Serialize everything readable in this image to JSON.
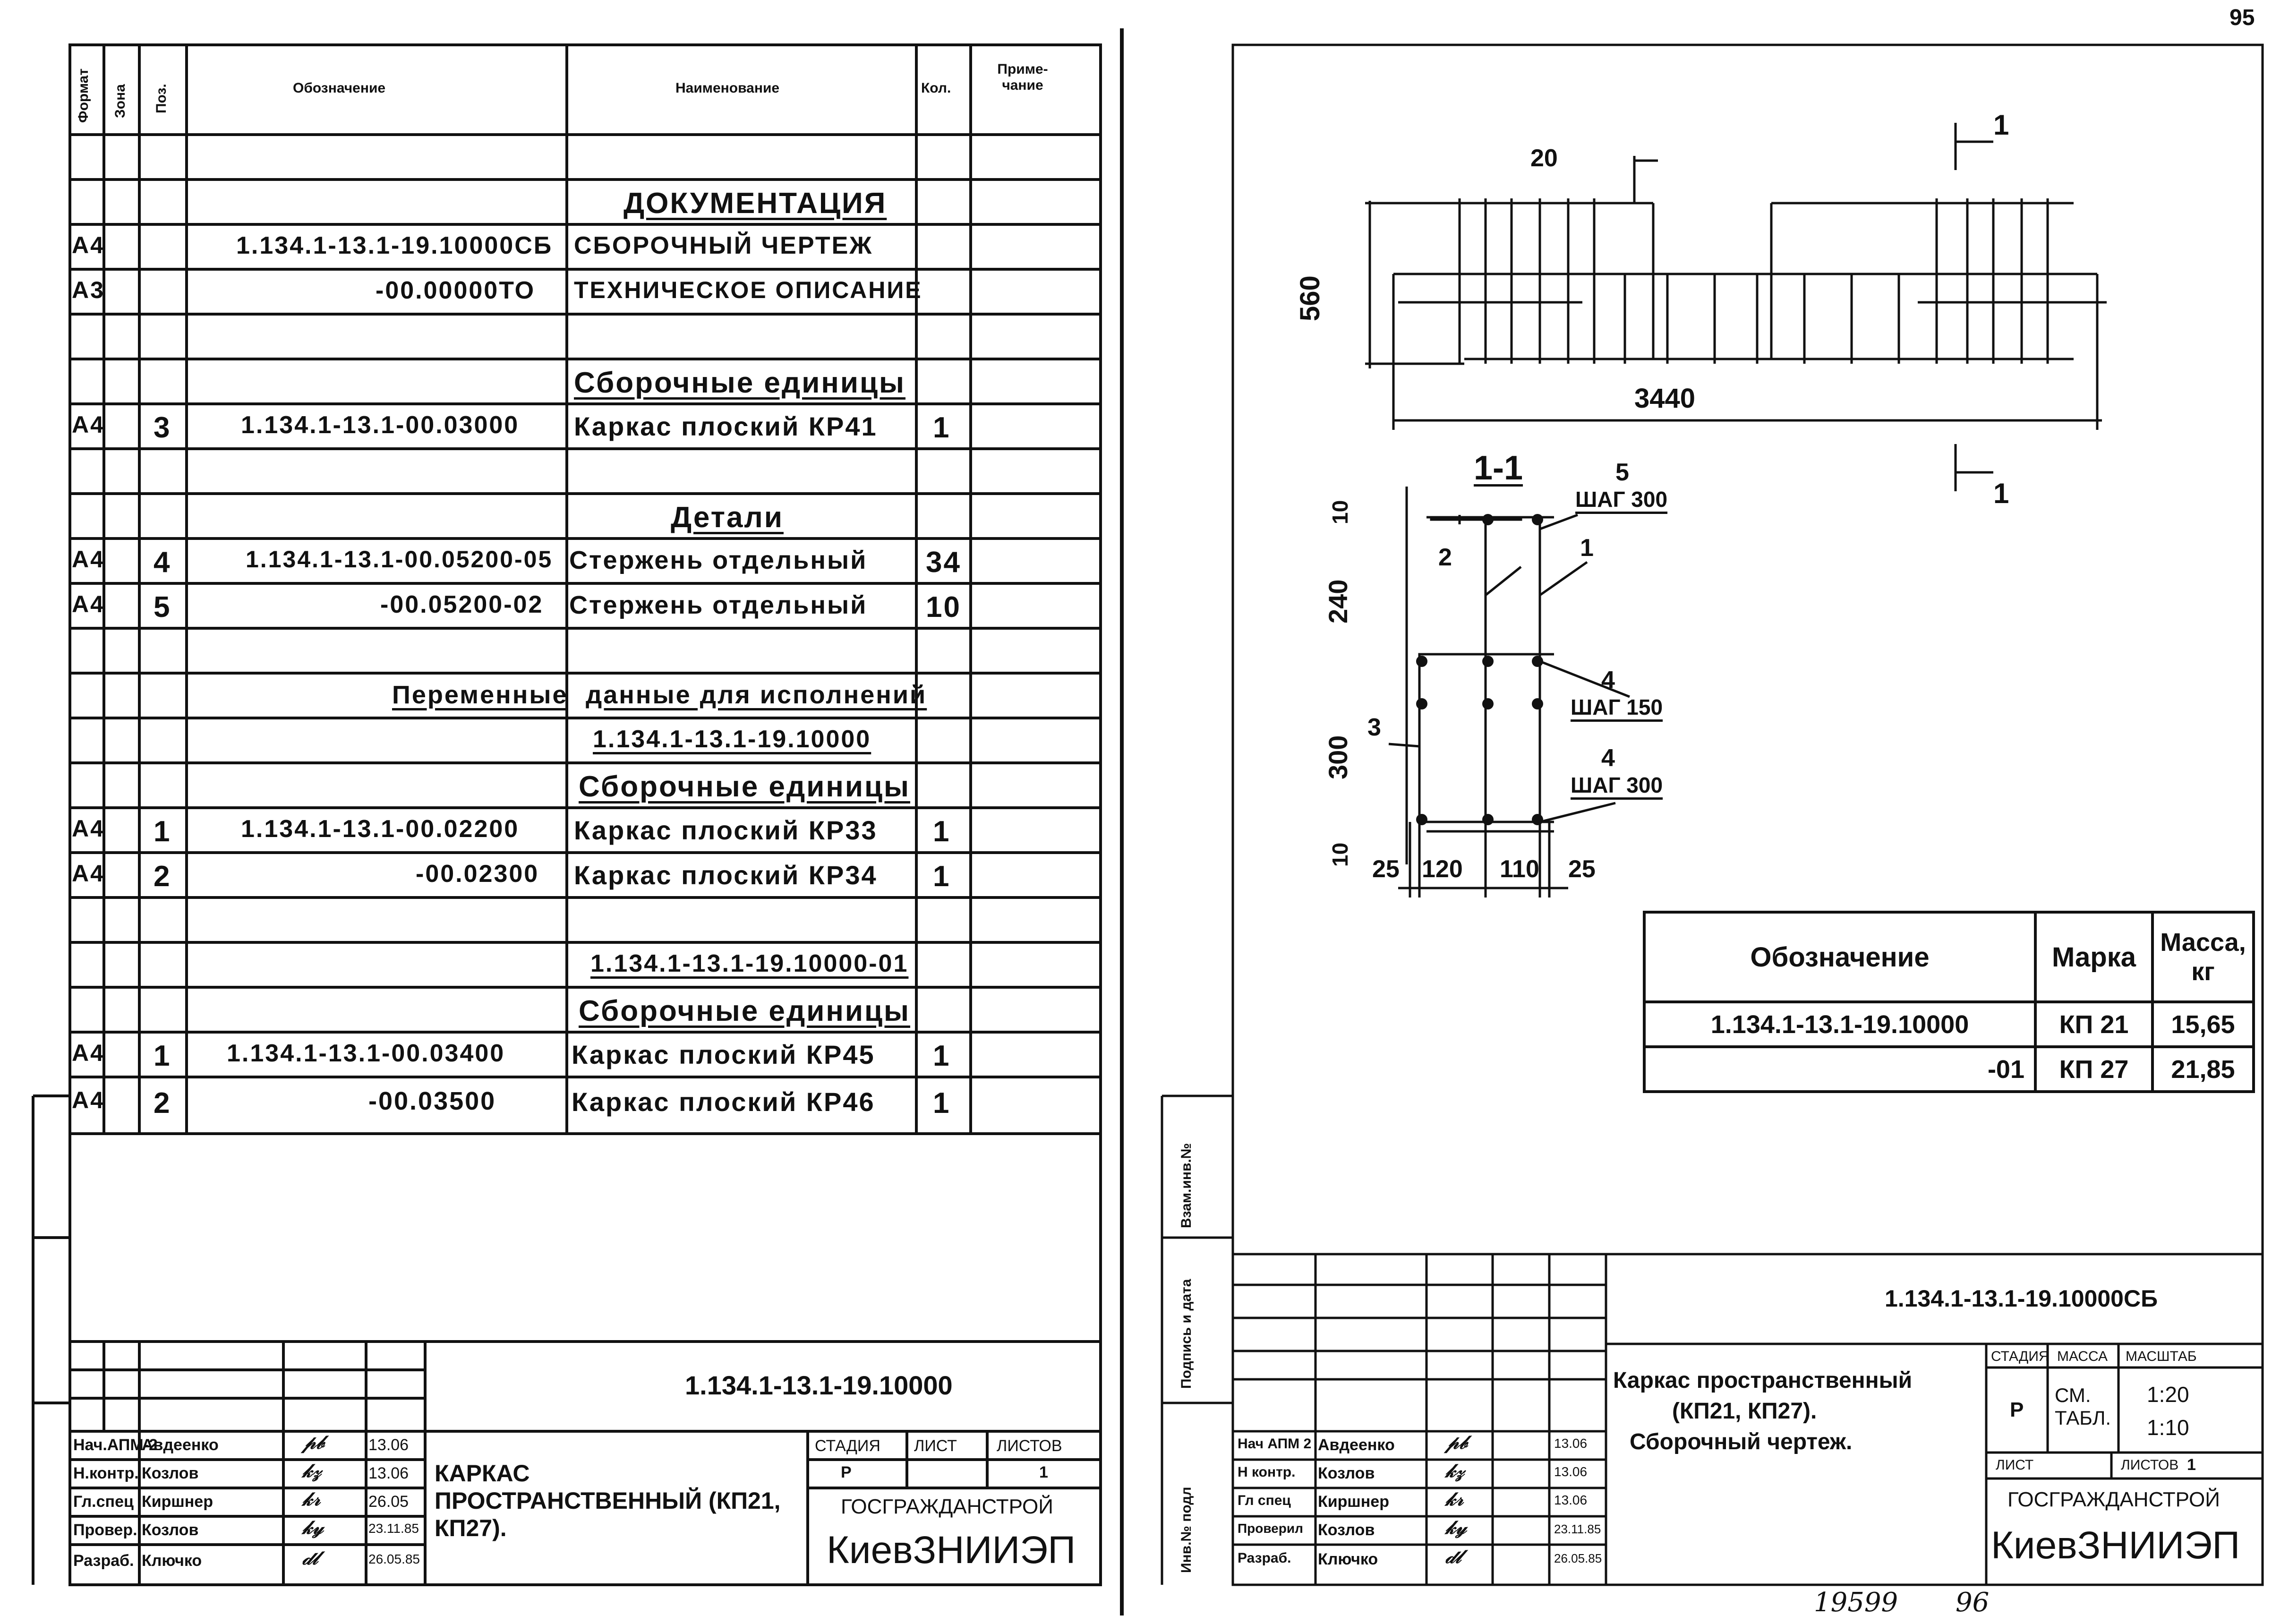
{
  "page_number_top": "95",
  "left_sheet": {
    "headers": {
      "format": "Формат",
      "zone": "Зона",
      "pos": "Поз.",
      "designation": "Обозначение",
      "name": "Наименование",
      "qty": "Кол.",
      "note": "Приме-чание"
    },
    "rows": [
      {
        "fmt": "",
        "pos": "",
        "des": "",
        "name": "ДОКУМЕНТАЦИЯ",
        "qty": ""
      },
      {
        "fmt": "А4",
        "pos": "",
        "des": "1.134.1-13.1-19.10000СБ",
        "name": "СБОРОЧНЫЙ ЧЕРТЕЖ",
        "qty": ""
      },
      {
        "fmt": "А3",
        "pos": "",
        "des": "-00.00000ТО",
        "name": "ТЕХНИЧЕСКОЕ ОПИСАНИЕ",
        "qty": ""
      },
      {
        "fmt": "",
        "pos": "",
        "des": "",
        "name": "Сборочные единицы",
        "qty": ""
      },
      {
        "fmt": "А4",
        "pos": "3",
        "des": "1.134.1-13.1-00.03000",
        "name": "Каркас плоский КР41",
        "qty": "1"
      },
      {
        "fmt": "",
        "pos": "",
        "des": "",
        "name": "Детали",
        "qty": ""
      },
      {
        "fmt": "А4",
        "pos": "4",
        "des": "1.134.1-13.1-00.05200-05",
        "name": "Стержень отдельный",
        "qty": "34"
      },
      {
        "fmt": "А4",
        "pos": "5",
        "des": "-00.05200-02",
        "name": "Стержень отдельный",
        "qty": "10"
      },
      {
        "fmt": "",
        "pos": "",
        "des": "Переменные",
        "name": "данные для исполнений",
        "qty": ""
      },
      {
        "fmt": "",
        "pos": "",
        "des": "",
        "name": "1.134.1-13.1-19.10000",
        "qty": ""
      },
      {
        "fmt": "",
        "pos": "",
        "des": "",
        "name": "Сборочные единицы",
        "qty": ""
      },
      {
        "fmt": "А4",
        "pos": "1",
        "des": "1.134.1-13.1-00.02200",
        "name": "Каркас плоский КР33",
        "qty": "1"
      },
      {
        "fmt": "А4",
        "pos": "2",
        "des": "-00.02300",
        "name": "Каркас плоский КР34",
        "qty": "1"
      },
      {
        "fmt": "",
        "pos": "",
        "des": "",
        "name": "1.134.1-13.1-19.10000-01",
        "qty": ""
      },
      {
        "fmt": "",
        "pos": "",
        "des": "",
        "name": "Сборочные единицы",
        "qty": ""
      },
      {
        "fmt": "А4",
        "pos": "1",
        "des": "1.134.1-13.1-00.03400",
        "name": "Каркас плоский КР45",
        "qty": "1"
      },
      {
        "fmt": "А4",
        "pos": "2",
        "des": "-00.03500",
        "name": "Каркас плоский КР46",
        "qty": "1"
      }
    ],
    "title_block": {
      "code": "1.134.1-13.1-19.10000",
      "title": "КАРКАС ПРОСТРАНСТВЕННЫЙ (КП21, КП27).",
      "stage_h": "СТАДИЯ",
      "sheet_h": "ЛИСТ",
      "sheets_h": "ЛИСТОВ",
      "stage": "Р",
      "sheets": "1",
      "org1": "ГОСГРАЖДАНСТРОЙ",
      "org2": "КиевЗНИИЭП",
      "people": [
        {
          "role": "Нач.АПМ-2",
          "name": "Авдеенко",
          "date": "13.06"
        },
        {
          "role": "Н.контр.",
          "name": "Козлов",
          "date": "13.06"
        },
        {
          "role": "Гл.спец",
          "name": "Киршнер",
          "date": "26.05"
        },
        {
          "role": "Провер.",
          "name": "Козлов",
          "date": "23.11.85"
        },
        {
          "role": "Разраб.",
          "name": "Ключко",
          "date": "26.05.85"
        }
      ]
    }
  },
  "right_sheet": {
    "side_labels": [
      "Взам.инв.№",
      "Подпись и дата",
      "Инв.№ подл"
    ],
    "dims": {
      "d20": "20",
      "d560": "560",
      "d3440": "3440",
      "sec": "1-1",
      "cut": "1",
      "d10a": "10",
      "d240": "240",
      "d300": "300",
      "d10b": "10",
      "d25a": "25",
      "d120": "120",
      "d110": "110",
      "d25b": "25",
      "p1": "1",
      "p2": "2",
      "p3": "3",
      "p4a": "4",
      "p4b": "4",
      "p5": "5",
      "step300a": "ШАГ 300",
      "step150": "ШАГ 150",
      "step300b": "ШАГ 300"
    },
    "mass_table": {
      "headers": [
        "Обозначение",
        "Марка",
        "Масса, кг"
      ],
      "rows": [
        [
          "1.134.1-13.1-19.10000",
          "КП 21",
          "15,65"
        ],
        [
          "-01",
          "КП 27",
          "21,85"
        ]
      ]
    },
    "title_block": {
      "code": "1.134.1-13.1-19.10000СБ",
      "title1": "Каркас пространственный",
      "title2": "(КП21, КП27).",
      "title3": "Сборочный чертеж.",
      "stage_h": "СТАДИЯ",
      "mass_h": "МАССА",
      "scale_h": "МАСШТАБ",
      "stage": "Р",
      "mass": "СМ. ТАБЛ.",
      "scale1": "1:20",
      "scale2": "1:10",
      "sheet_h": "ЛИСТ",
      "sheets_h": "ЛИСТОВ",
      "sheets": "1",
      "org1": "ГОСГРАЖДАНСТРОЙ",
      "org2": "КиевЗНИИЭП",
      "people": [
        {
          "role": "Нач АПМ 2",
          "name": "Авдеенко",
          "date": "13.06"
        },
        {
          "role": "Н контр.",
          "name": "Козлов",
          "date": "13.06"
        },
        {
          "role": "Гл спец",
          "name": "Киршнер",
          "date": "13.06"
        },
        {
          "role": "Проверил",
          "name": "Козлов",
          "date": "23.11.85"
        },
        {
          "role": "Разраб.",
          "name": "Ключко",
          "date": "26.05.85"
        }
      ]
    }
  },
  "footer": {
    "num1": "19599",
    "num2": "96"
  }
}
